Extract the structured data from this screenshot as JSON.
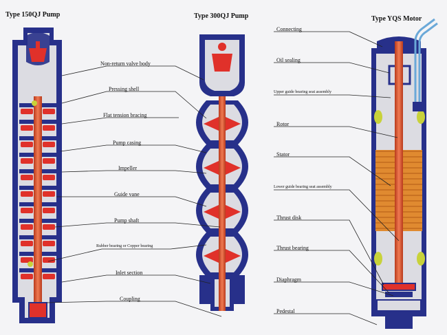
{
  "titles": {
    "pump150": "Type 150QJ Pump",
    "pump300": "Type 300QJ Pump",
    "motor": "Type YQS Motor"
  },
  "pump_labels": {
    "non_return_valve_body": "Non-return valve body",
    "pressing_shell": "Pressing shell",
    "flat_tension_bracing": "Flat tension bracing",
    "pump_casing": "Pump casing",
    "impeller": "Impeller",
    "guide_vane": "Guide vane",
    "pump_shaft": "Pump shaft",
    "rubber_bearing": "Rubber bearing or Copper bearing",
    "inlet_section": "Inlet section",
    "coupling": "Coupling"
  },
  "motor_labels": {
    "connecting": "Connecting",
    "oil_sealing": "Oil sealing",
    "upper_guide_bearing": "Upper guide bearing seat assembly",
    "rotor": "Rotor",
    "stator": "Stator",
    "lower_guide_bearing": "Lower guide bearing seat assembly",
    "thrust_disk": "Thrust disk",
    "thrust_bearing": "Thrust bearing",
    "diaphragm": "Diaphragm",
    "pedestal": "Pedestal"
  },
  "colors": {
    "casing": "#27308a",
    "shaft": "#d8502c",
    "impeller": "#e0312a",
    "stator": "#e07a1e",
    "winding": "#c8d23a",
    "cable": "#6aa8d8",
    "metal": "#d9d9dd",
    "leader": "#222222"
  }
}
